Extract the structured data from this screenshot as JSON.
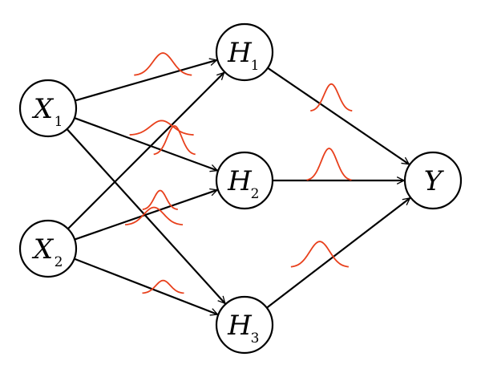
{
  "nodes": [
    {
      "id": "X1",
      "letter": "X",
      "sub": "1"
    },
    {
      "id": "X2",
      "letter": "X",
      "sub": "2"
    },
    {
      "id": "H1",
      "letter": "H",
      "sub": "1"
    },
    {
      "id": "H2",
      "letter": "H",
      "sub": "2"
    },
    {
      "id": "H3",
      "letter": "H",
      "sub": "3"
    },
    {
      "id": "Y",
      "letter": "Y",
      "sub": ""
    }
  ],
  "edges": [
    {
      "from": "X1",
      "to": "H1"
    },
    {
      "from": "X1",
      "to": "H2"
    },
    {
      "from": "X1",
      "to": "H3"
    },
    {
      "from": "X2",
      "to": "H1"
    },
    {
      "from": "X2",
      "to": "H2"
    },
    {
      "from": "X2",
      "to": "H3"
    },
    {
      "from": "H1",
      "to": "Y"
    },
    {
      "from": "H2",
      "to": "Y"
    },
    {
      "from": "H3",
      "to": "Y"
    }
  ],
  "colors": {
    "edge": "#000000",
    "node_stroke": "#000000",
    "distribution_curve": "#e8401c"
  }
}
